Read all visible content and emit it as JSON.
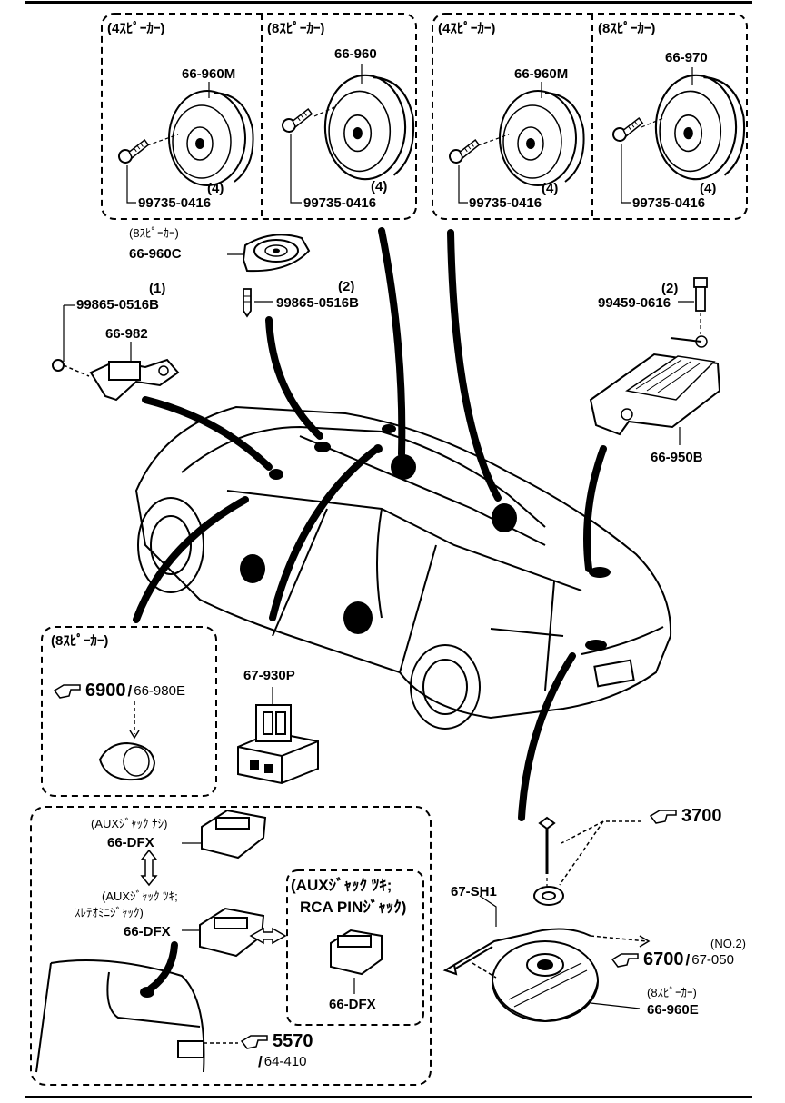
{
  "groups": {
    "top_left_4sp": "(4ｽﾋﾟｰｶｰ)",
    "top_left_8sp": "(8ｽﾋﾟｰｶｰ)",
    "top_right_4sp": "(4ｽﾋﾟｰｶｰ)",
    "top_right_8sp": "(8ｽﾋﾟｰｶｰ)",
    "tweeter_8sp": "(8ｽﾋﾟｰｶｰ)",
    "door_8sp": "(8ｽﾋﾟｰｶｰ)",
    "sub_8sp": "(8ｽﾋﾟｰｶｰ)",
    "aux_nashi": "(AUXｼﾞｬｯｸ ﾅｼ)",
    "aux_tsuki_line1": "(AUXｼﾞｬｯｸ ﾂｷ;",
    "aux_tsuki_line2": "ｽﾚﾃｵﾐﾆｼﾞｬｯｸ)",
    "aux_rca_line1": "(AUXｼﾞｬｯｸ ﾂｷ;",
    "aux_rca_line2": "RCA PINｼﾞｬｯｸ)"
  },
  "parts": {
    "p66_960M_a": "66-960M",
    "p66_960": "66-960",
    "p66_960M_b": "66-960M",
    "p66_970": "66-970",
    "screw_a": "99735-0416",
    "screw_b": "99735-0416",
    "screw_c": "99735-0416",
    "screw_d": "99735-0416",
    "qty_a": "(4)",
    "qty_b": "(4)",
    "qty_c": "(4)",
    "qty_d": "(4)",
    "p66_960C": "66-960C",
    "p99865_a": "99865-0516B",
    "qty_99865_a": "(1)",
    "p99865_b": "99865-0516B",
    "qty_99865_b": "(2)",
    "p66_982": "66-982",
    "p99459": "99459-0616",
    "qty_99459": "(2)",
    "p66_950B": "66-950B",
    "p67_930P": "67-930P",
    "p66_DFX_a": "66-DFX",
    "p66_DFX_b": "66-DFX",
    "p66_DFX_c": "66-DFX",
    "p67_SH1": "67-SH1",
    "p66_960E": "66-960E",
    "no2": "(NO.2)"
  },
  "refs": {
    "r6900_main": "6900",
    "r6900_sub": "66-980E",
    "r3700_main": "3700",
    "r6700_main": "6700",
    "r6700_sub": "67-050",
    "r5570_main": "5570",
    "r5570_sub": "64-410",
    "slash": "/"
  },
  "icons": [
    "pointing-hand-icon",
    "double-arrow-icon"
  ]
}
